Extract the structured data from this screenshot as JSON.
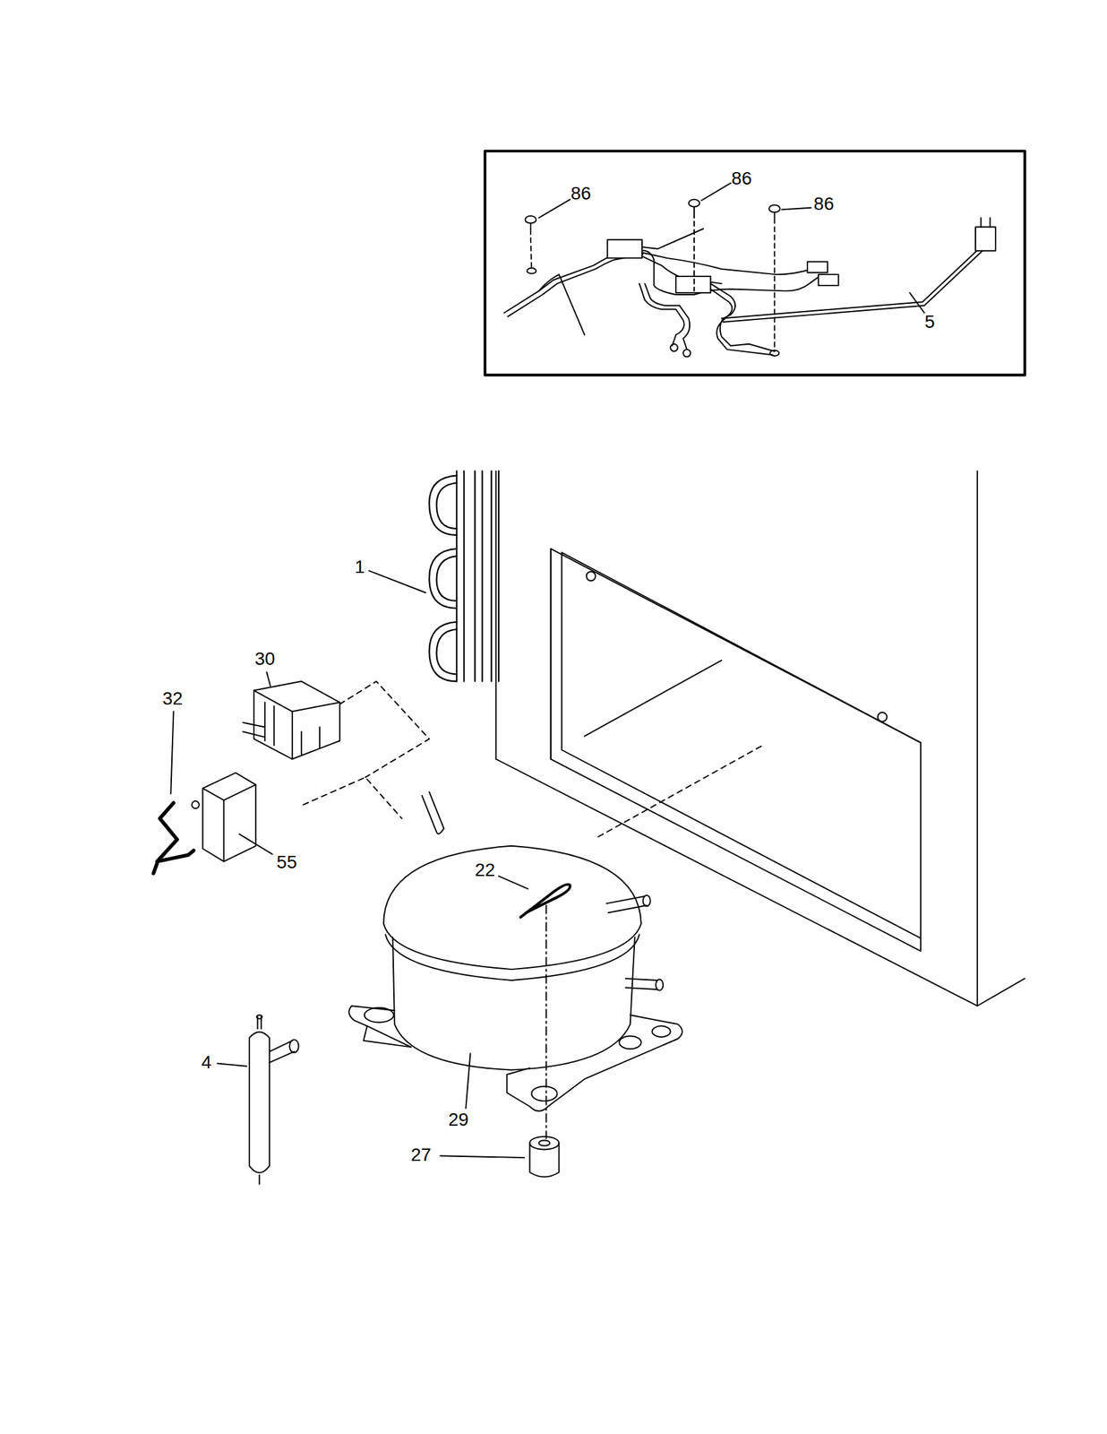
{
  "diagram": {
    "labels": [
      "86",
      "86",
      "86",
      "5",
      "1",
      "30",
      "32",
      "55",
      "22",
      "4",
      "29",
      "27"
    ]
  }
}
